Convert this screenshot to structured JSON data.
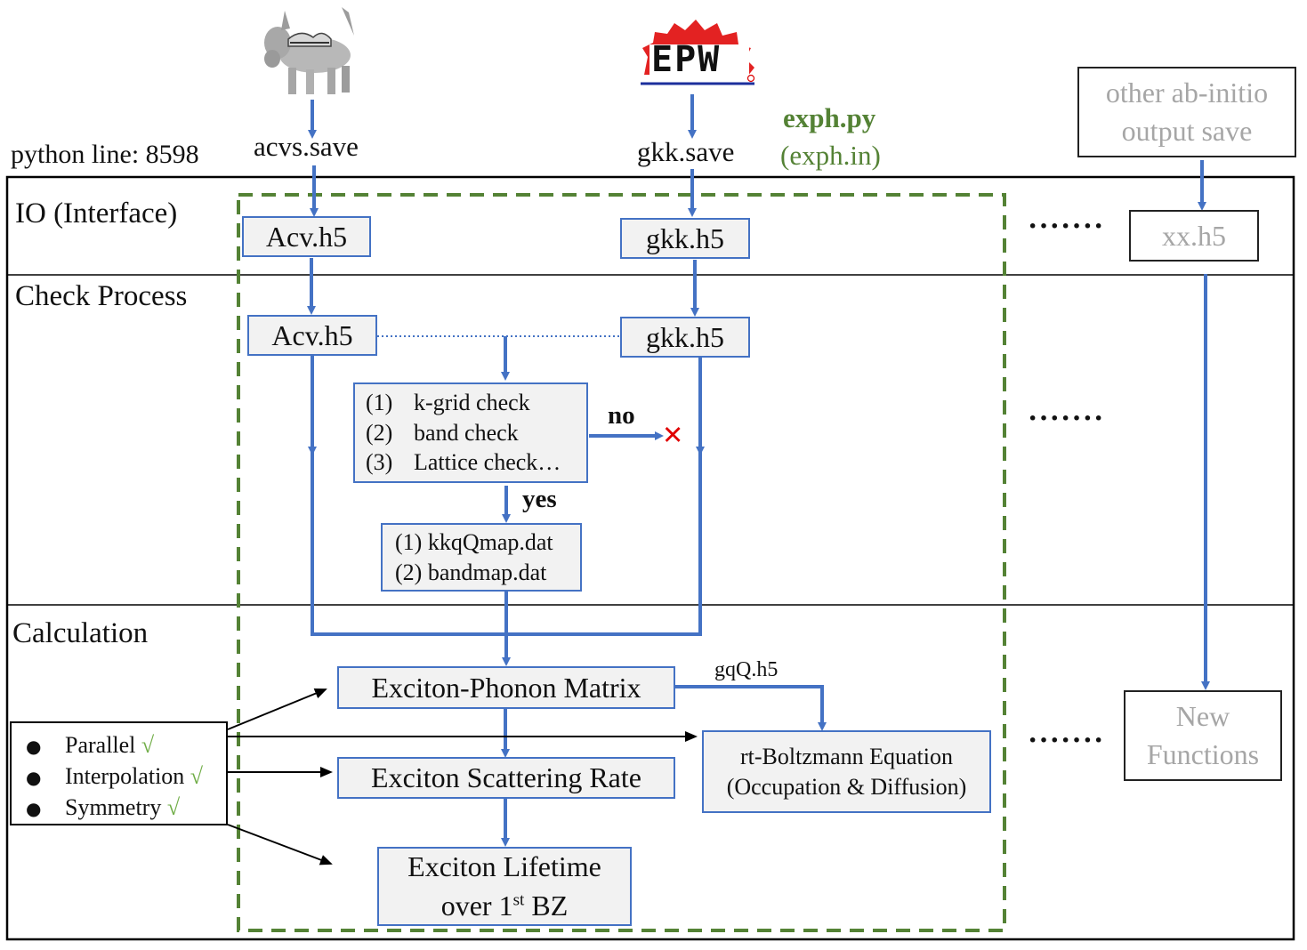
{
  "header": {
    "python_line": "python line: 8598",
    "acvs_save": "acvs.save",
    "gkk_save": "gkk.save",
    "epw_logo_text": "EPW",
    "exph_py": "exph.py",
    "exph_in": "(exph.in)",
    "other_output_line1": "other ab-initio",
    "other_output_line2": "output save"
  },
  "sections": {
    "io": "IO (Interface)",
    "check": "Check Process",
    "calc": "Calculation"
  },
  "io_row": {
    "acv_h5": "Acv.h5",
    "gkk_h5": "gkk.h5",
    "dots": "·······",
    "xx_h5": "xx.h5"
  },
  "check_row": {
    "acv_h5": "Acv.h5",
    "gkk_h5": "gkk.h5",
    "checks": [
      {
        "num": "(1)",
        "text": "k-grid check"
      },
      {
        "num": "(2)",
        "text": "band check"
      },
      {
        "num": "(3)",
        "text": "Lattice check…"
      }
    ],
    "no_label": "no",
    "fail_mark": "✕",
    "yes_label": "yes",
    "maps": [
      "(1) kkqQmap.dat",
      "(2) bandmap.dat"
    ],
    "dots": "·······"
  },
  "calc_row": {
    "exph_matrix": "Exciton-Phonon Matrix",
    "gqq_h5": "gqQ.h5",
    "scattering_rate": "Exciton Scattering Rate",
    "lifetime_line1": "Exciton Lifetime",
    "lifetime_line2_pre": "over 1",
    "lifetime_line2_sup": "st",
    "lifetime_line2_post": " BZ",
    "boltzmann_line1": "rt-Boltzmann Equation",
    "boltzmann_line2": "(Occupation & Diffusion)",
    "features": [
      {
        "bullet": "●",
        "text": "Parallel",
        "check": "√"
      },
      {
        "bullet": "●",
        "text": "Interpolation",
        "check": "√"
      },
      {
        "bullet": "●",
        "text": "Symmetry",
        "check": "√"
      }
    ],
    "dots": "·······",
    "new_functions_line1": "New",
    "new_functions_line2": "Functions"
  },
  "colors": {
    "flow_blue": "#4472c4",
    "dashed_green": "#548235",
    "grey_text": "#a6a6a6",
    "fail_red": "#e00000"
  },
  "icons": {
    "donkey": "donkey-mascot-icon",
    "epw": "epw-logo-icon"
  }
}
